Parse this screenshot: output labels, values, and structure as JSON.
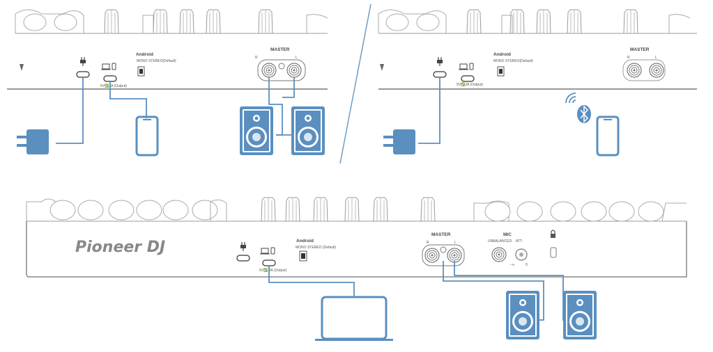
{
  "colors": {
    "line": "#5a8fc0",
    "device_fill": "#5a8fc0",
    "device_light": "#dbe6f1",
    "outline": "#9a9a9a",
    "divider": "#6d9cc7"
  },
  "icons": [
    "power-plug-icon",
    "laptop-icon",
    "phone-icon",
    "bluetooth-icon",
    "wifi-signal-icon",
    "lock-icon"
  ],
  "top_left": {
    "android": "Android",
    "switch_text": "MONO STEREO(Default)",
    "usb_text": "5V✅3A (Output)",
    "master": "MASTER",
    "r": "R",
    "l": "L"
  },
  "top_right": {
    "android": "Android",
    "switch_text": "MONO STEREO(Default)",
    "usb_text": "5V✅3A (Output)",
    "master": "MASTER",
    "r": "R",
    "l": "L"
  },
  "bottom": {
    "brand": "Pioneer DJ",
    "android": "Android",
    "switch_text": "MONO STEREO (Default)",
    "usb_text": "5V✅ 3A (Output)",
    "master": "MASTER",
    "r": "R",
    "l": "L",
    "mic": "MIC",
    "unbalanced": "UNBALANCED",
    "att": "ATT.",
    "att_min": "−∞",
    "att_max": "0"
  }
}
